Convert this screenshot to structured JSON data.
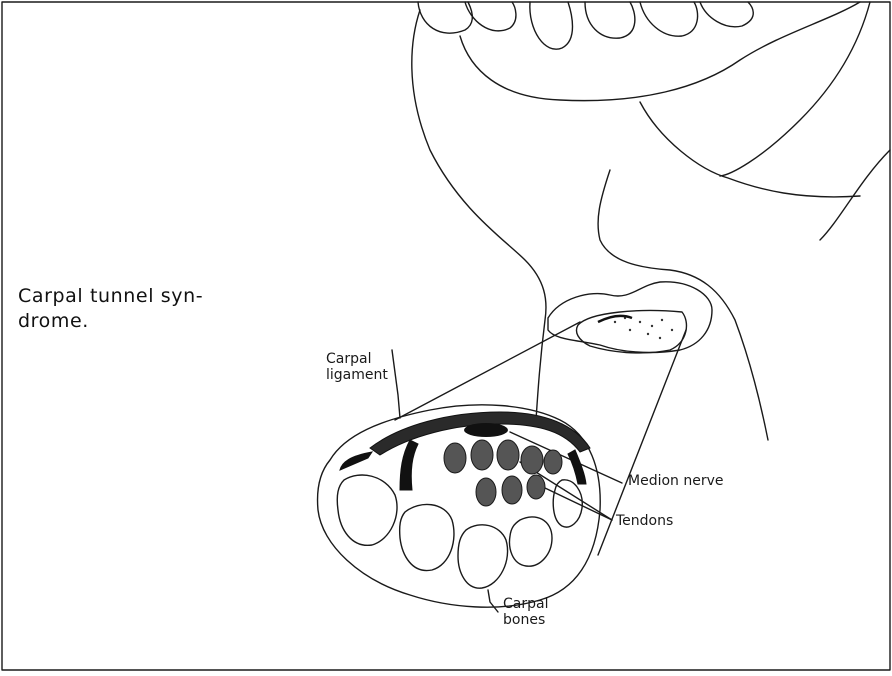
{
  "caption": "Carpal tunnel syn-\ndrome.",
  "labels": {
    "carpal_ligament": "Carpal\nligament",
    "median_nerve": "Medion nerve",
    "tendons": "Tendons",
    "carpal_bones": "Carpal\nbones"
  },
  "colors": {
    "ink": "#1a1a1a",
    "fill_dark": "#111111",
    "stipple": "#555555"
  }
}
